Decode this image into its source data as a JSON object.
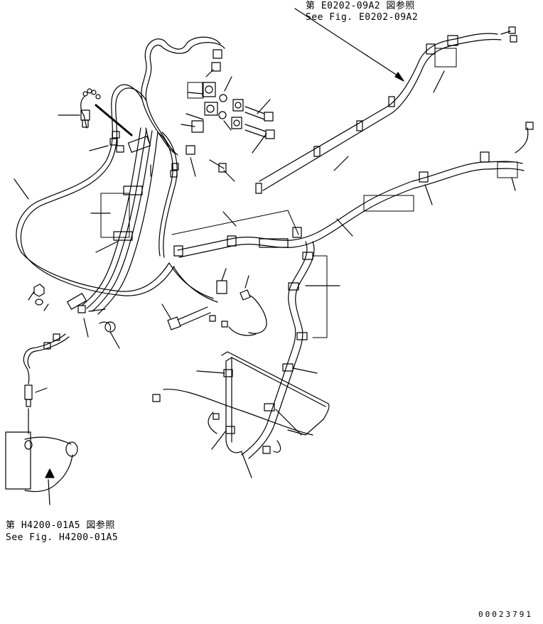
{
  "references": {
    "top": {
      "jp": "第 E0202-09A2 図参照",
      "en": "See Fig. E0202-09A2"
    },
    "bottom": {
      "jp": "第 H4200-01A5 図参照",
      "en": "See Fig. H4200-01A5"
    }
  },
  "drawing_number": "00023791"
}
